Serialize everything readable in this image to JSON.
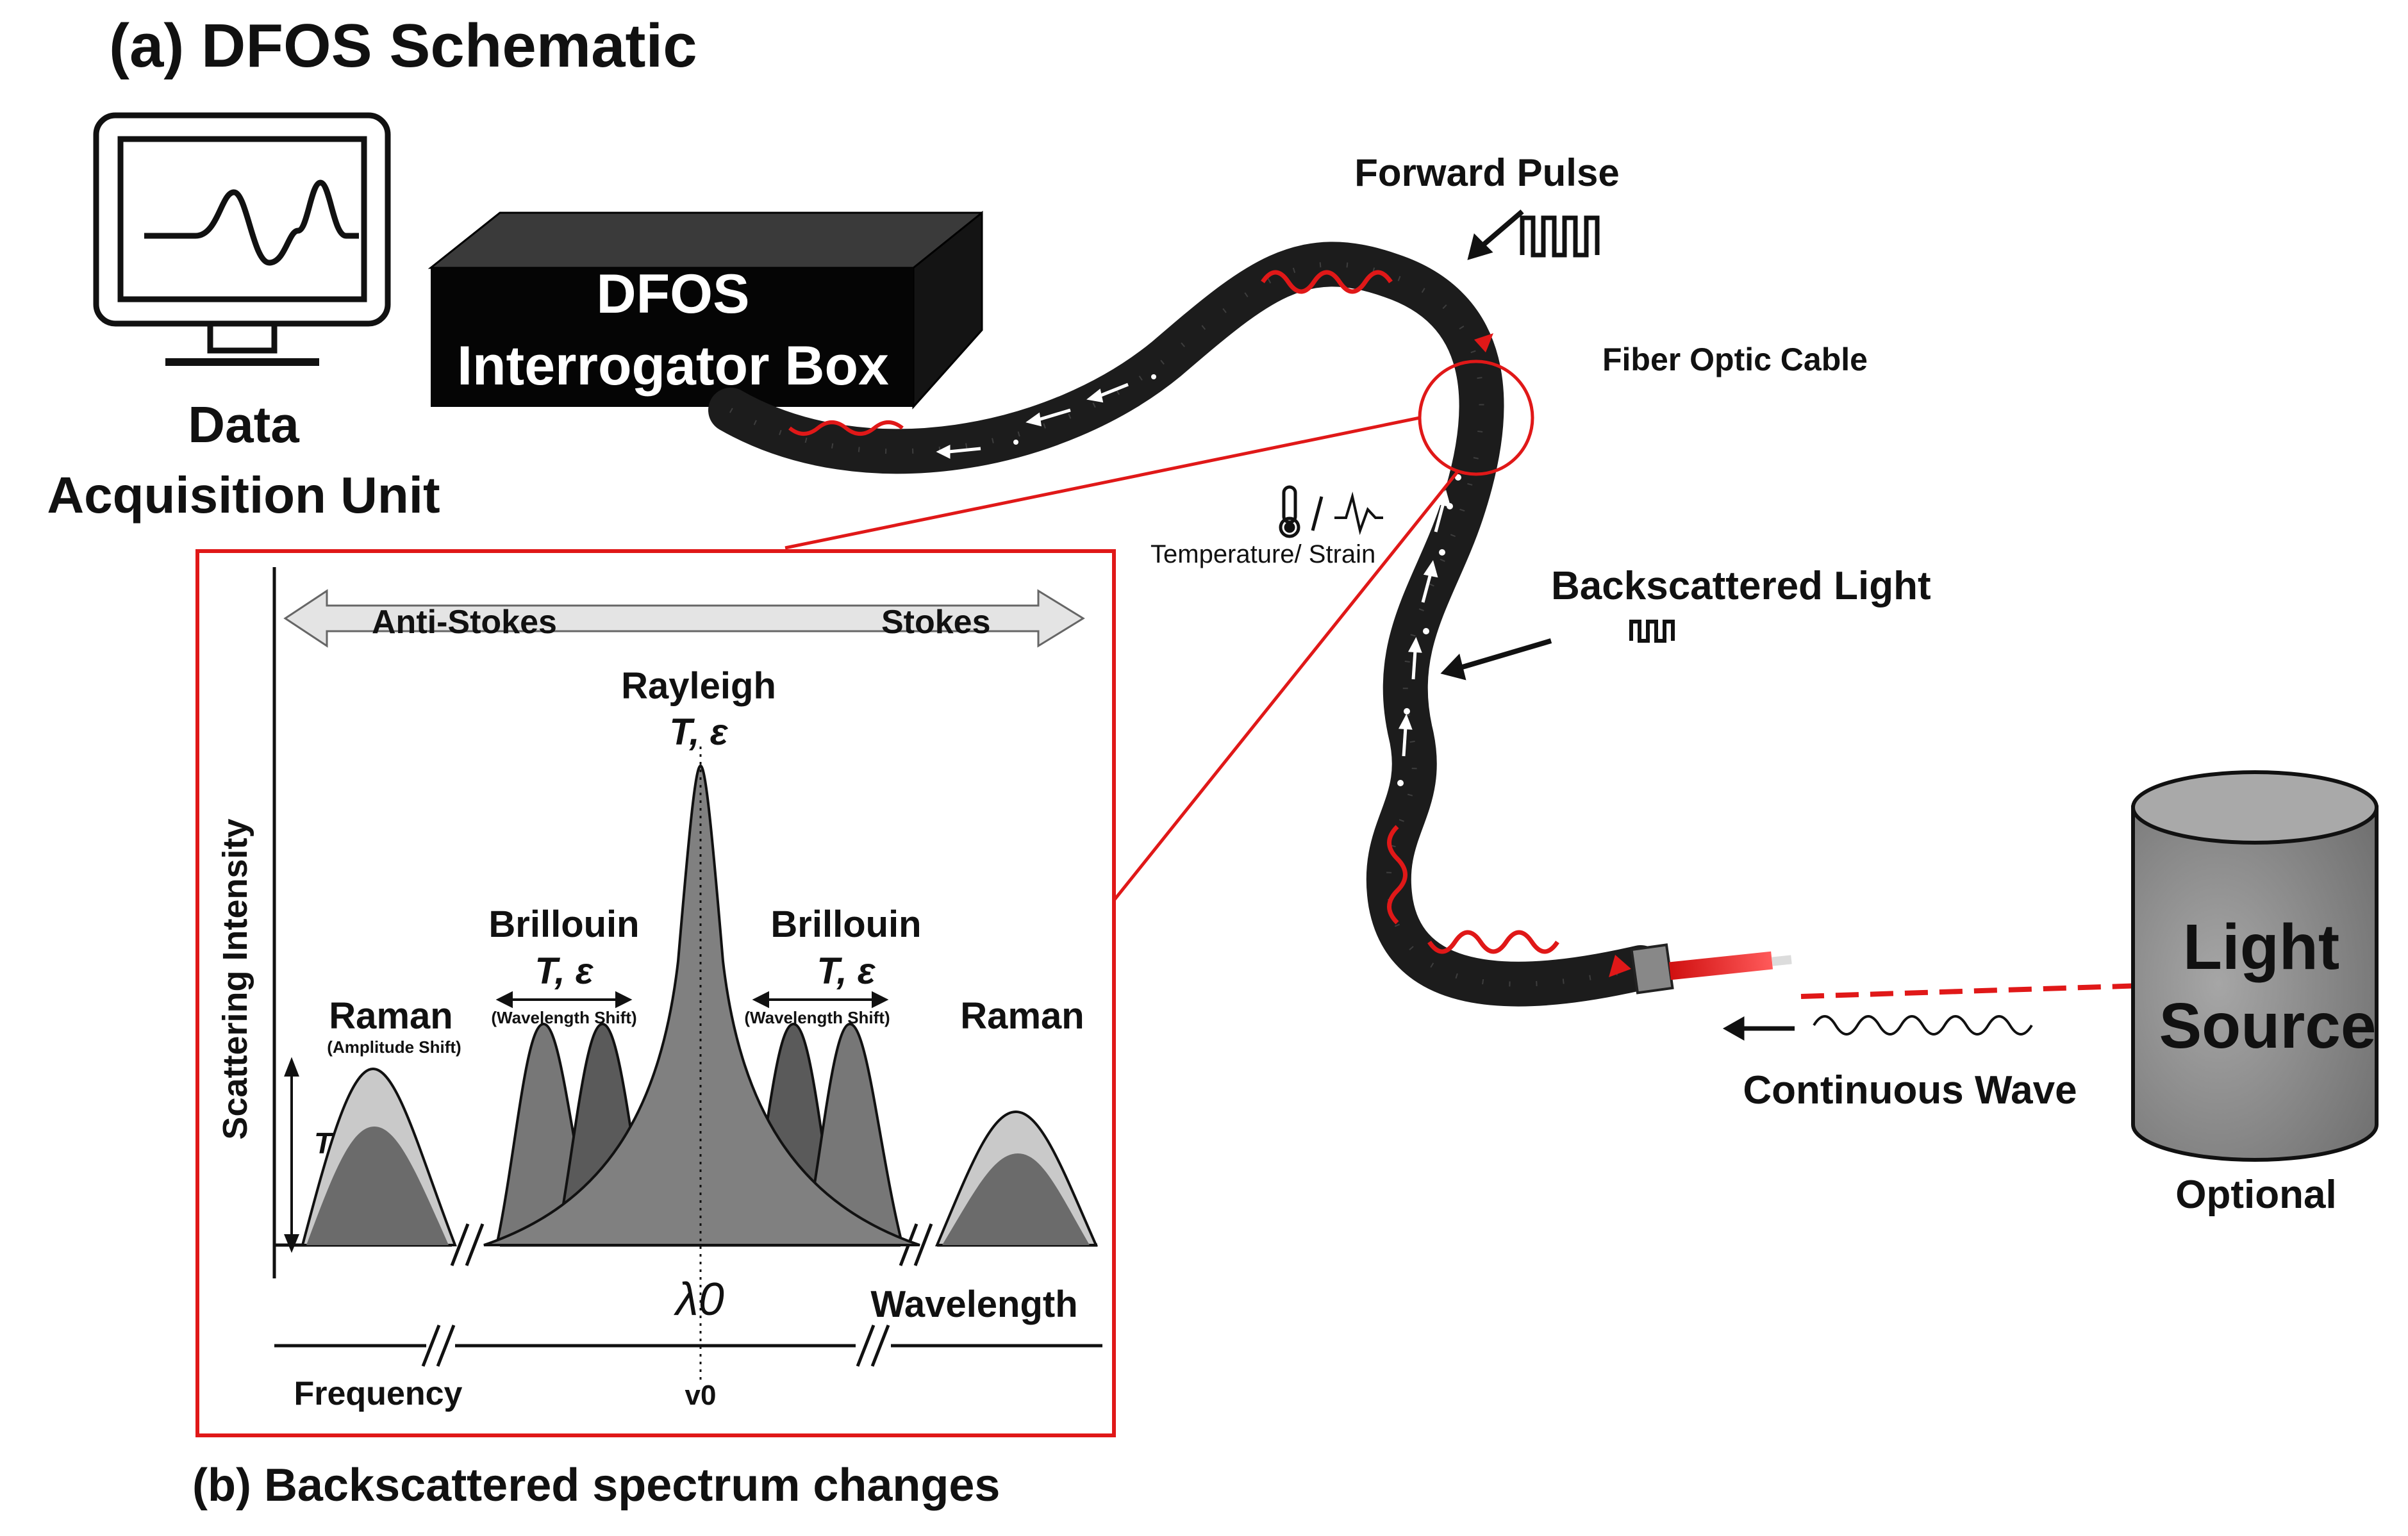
{
  "titles": {
    "a": "(a) DFOS Schematic",
    "b": "(b) Backscattered spectrum changes"
  },
  "left": {
    "daq_line1": "Data",
    "daq_line2": "Acquisition Unit",
    "box_line1": "DFOS",
    "box_line2": "Interrogator Box"
  },
  "cable": {
    "forward_pulse": "Forward Pulse",
    "fiber_label": "Fiber Optic Cable",
    "temp_strain": "Temperature/ Strain",
    "backscattered": "Backscattered Light",
    "continuous_wave": "Continuous Wave"
  },
  "source": {
    "line1": "Light",
    "line2": "Source",
    "optional": "Optional"
  },
  "spectrum": {
    "anti_stokes": "Anti-Stokes",
    "stokes": "Stokes",
    "y_label": "Scattering Intensity",
    "rayleigh": "Rayleigh",
    "rayleigh_params": "T, ε",
    "brillouin_left": "Brillouin",
    "brillouin_right": "Brillouin",
    "brillouin_params": "T, ε",
    "wavelength_shift": "(Wavelength Shift)",
    "raman_left": "Raman",
    "raman_right": "Raman",
    "amplitude_shift": "(Amplitude Shift)",
    "raman_T": "T",
    "lambda0": "λ0",
    "wavelength": "Wavelength",
    "frequency": "Frequency",
    "v0": "v0"
  },
  "colors": {
    "accent_red": "#e01818",
    "cable_black": "#1c1c1c",
    "peak_mid": "#7a7a7a",
    "peak_dark": "#5a5a5a",
    "raman_light": "#c9c9c9",
    "arrow_fill": "#e4e4e4",
    "source_gray": "#8c8c8c"
  },
  "icons": [
    "monitor-icon",
    "thermometer-icon",
    "strain-waveform-icon",
    "pulse-train-icon",
    "sine-wave-icon"
  ]
}
